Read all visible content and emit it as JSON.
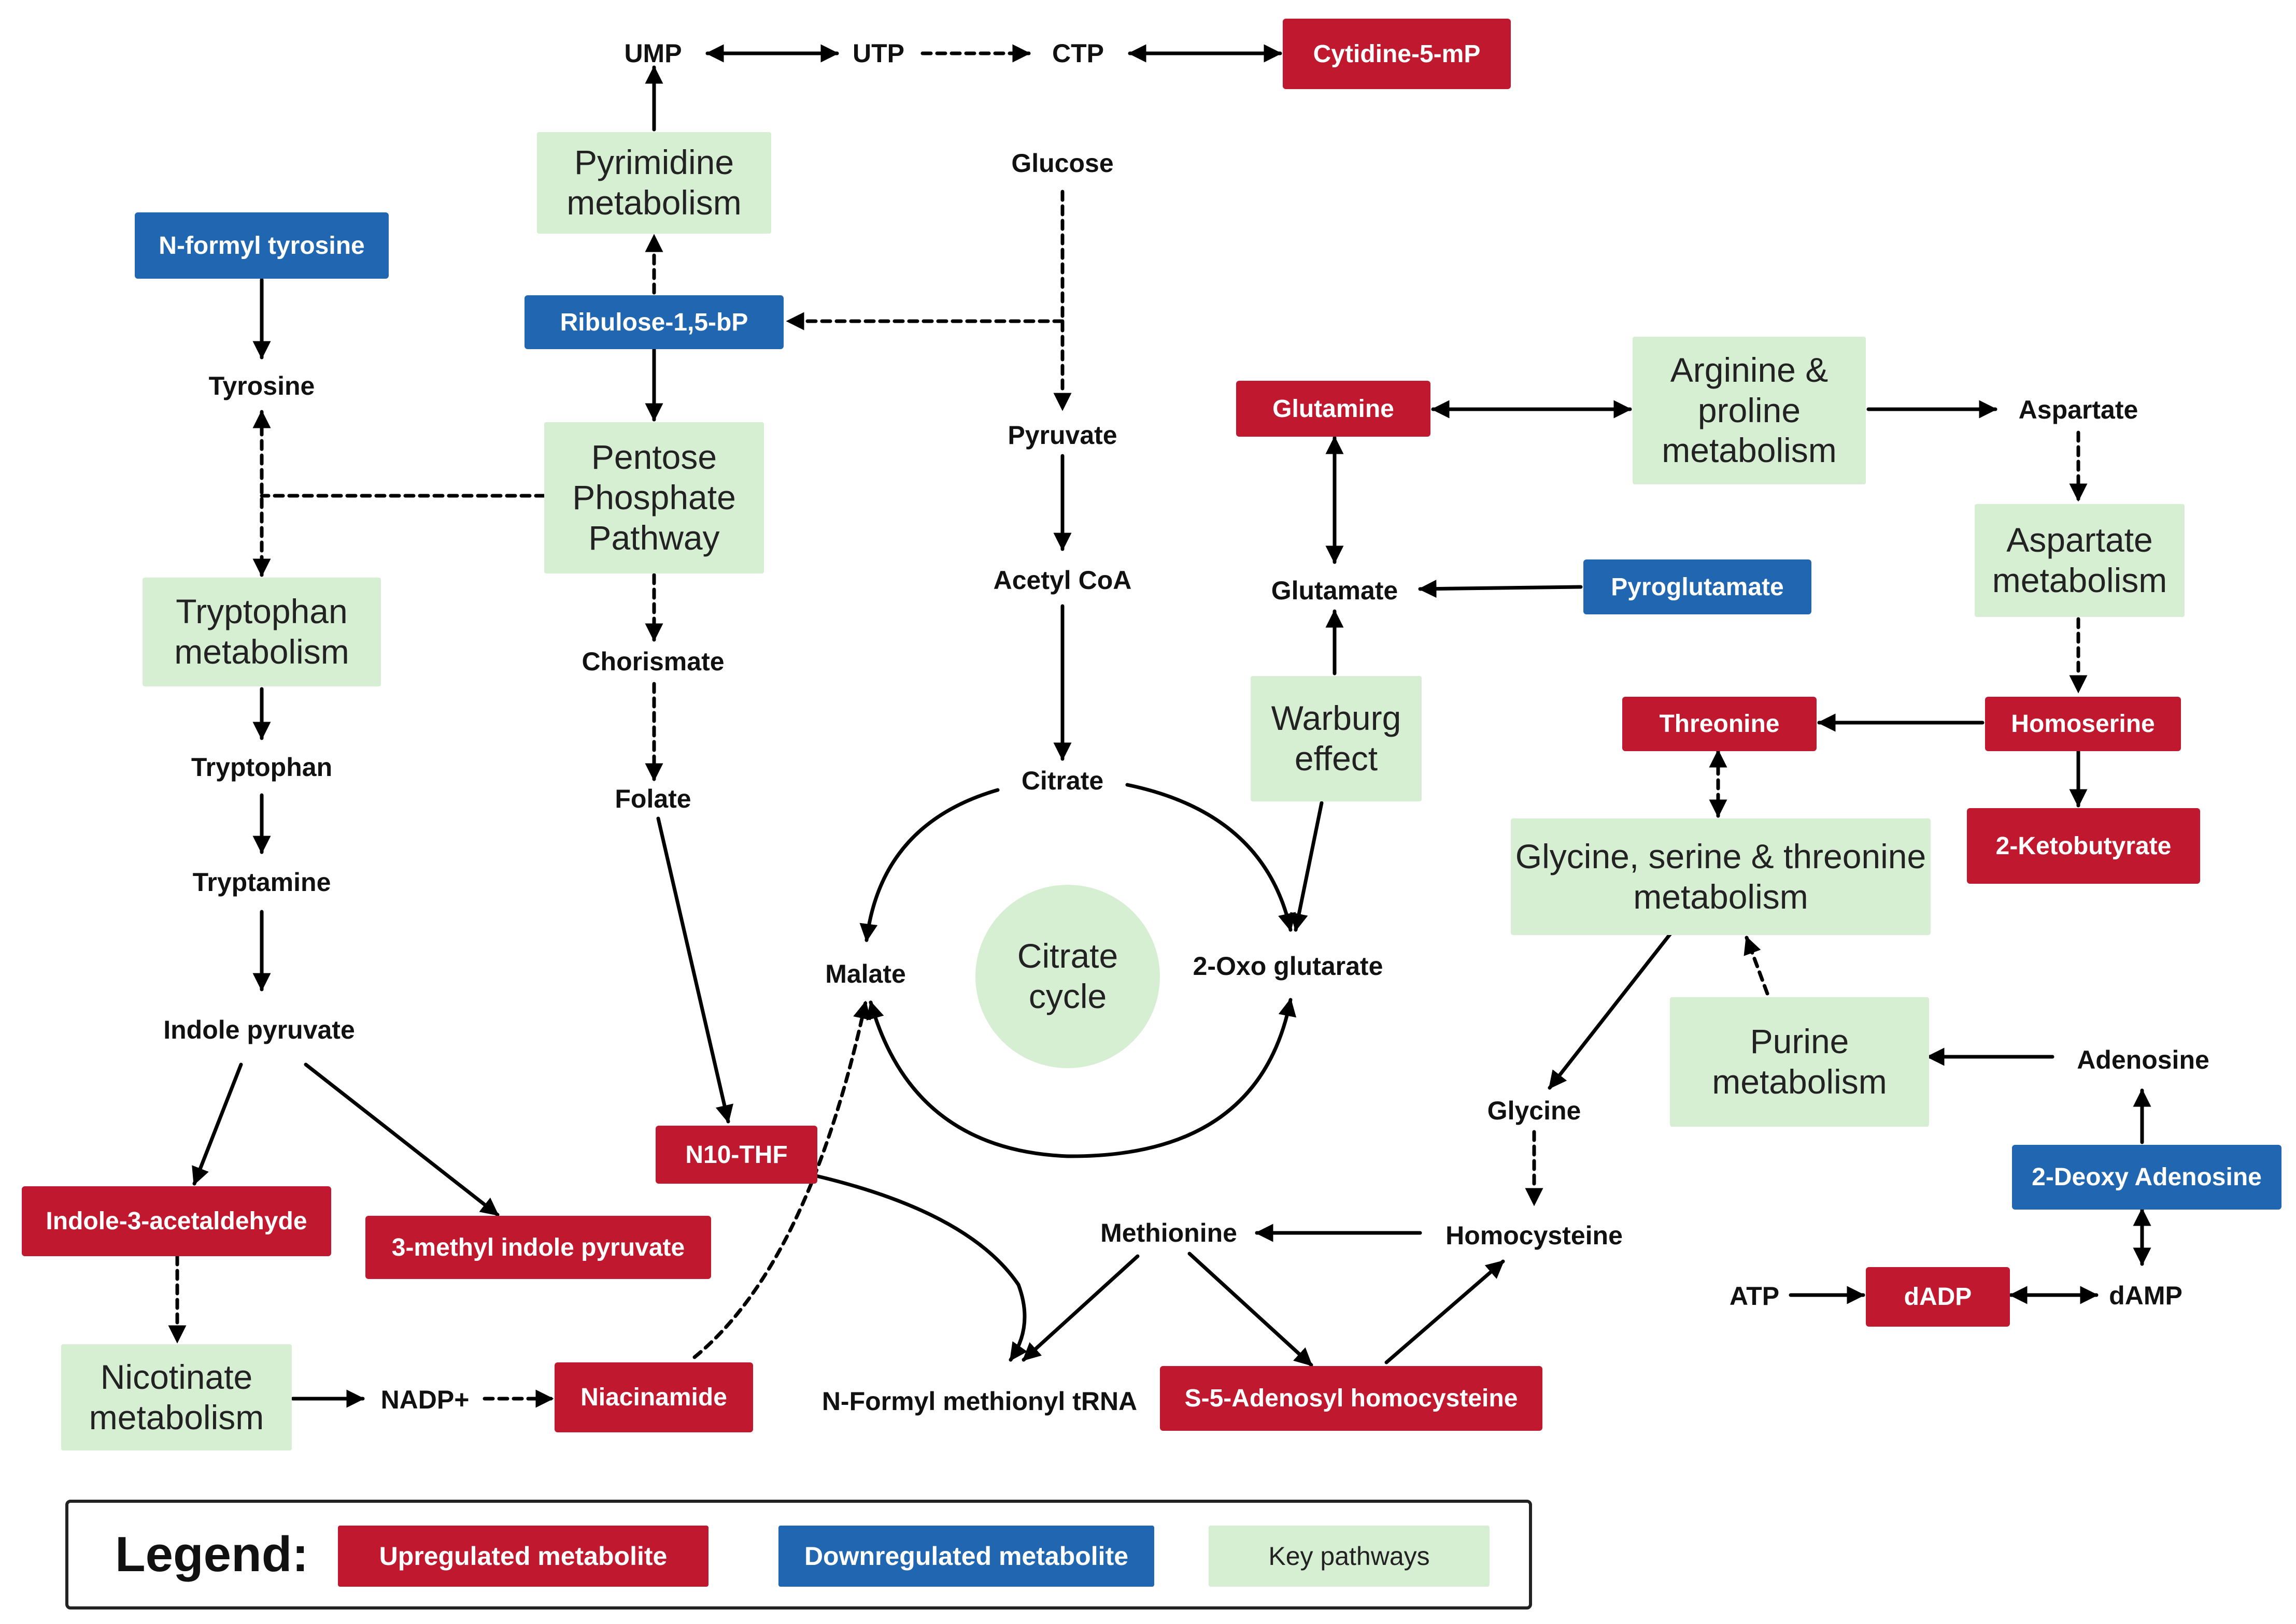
{
  "colors": {
    "upregulated": "#c0182e",
    "downregulated": "#2166b1",
    "pathway": "#d6efd3",
    "arrow": "#000000"
  },
  "nodes": {
    "ump": "UMP",
    "utp": "UTP",
    "ctp": "CTP",
    "cytidine_5_mp": "Cytidine-5-mP",
    "pyrimidine_metabolism": "Pyrimidine metabolism",
    "glucose": "Glucose",
    "n_formyl_tyrosine": "N-formyl tyrosine",
    "ribulose_1_5_bp": "Ribulose-1,5-bP",
    "tyrosine": "Tyrosine",
    "pentose_phosphate_pathway": "Pentose Phosphate Pathway",
    "pyruvate": "Pyruvate",
    "glutamine": "Glutamine",
    "arginine_proline_metabolism": "Arginine & proline metabolism",
    "aspartate": "Aspartate",
    "aspartate_metabolism": "Aspartate metabolism",
    "tryptophan_metabolism": "Tryptophan metabolism",
    "acetyl_coa": "Acetyl CoA",
    "glutamate": "Glutamate",
    "pyroglutamate": "Pyroglutamate",
    "chorismate": "Chorismate",
    "warburg_effect": "Warburg effect",
    "threonine": "Threonine",
    "homoserine": "Homoserine",
    "tryptophan": "Tryptophan",
    "citrate": "Citrate",
    "folate": "Folate",
    "ketobutyrate": "2-Ketobutyrate",
    "glycine_serine_threonine_metabolism": "Glycine, serine & threonine metabolism",
    "tryptamine": "Tryptamine",
    "citrate_cycle": "Citrate cycle",
    "malate": "Malate",
    "oxo_glutarate": "2-Oxo glutarate",
    "indole_pyruvate": "Indole pyruvate",
    "purine_metabolism": "Purine metabolism",
    "adenosine": "Adenosine",
    "glycine": "Glycine",
    "n10_thf": "N10-THF",
    "deoxy_adenosine": "2-Deoxy Adenosine",
    "indole_3_acetaldehyde": "Indole-3-acetaldehyde",
    "methyl_indole_pyruvate": "3-methyl indole pyruvate",
    "methionine": "Methionine",
    "homocysteine": "Homocysteine",
    "atp": "ATP",
    "dadp": "dADP",
    "damp": "dAMP",
    "nicotinate_metabolism": "Nicotinate metabolism",
    "nadp": "NADP+",
    "niacinamide": "Niacinamide",
    "n_formyl_methionyl_trna": "N-Formyl methionyl tRNA",
    "s_adenosyl_homocysteine": "S-5-Adenosyl homocysteine"
  },
  "legend": {
    "title": "Legend:",
    "upregulated": "Upregulated metabolite",
    "downregulated": "Downregulated metabolite",
    "pathways": "Key pathways"
  }
}
